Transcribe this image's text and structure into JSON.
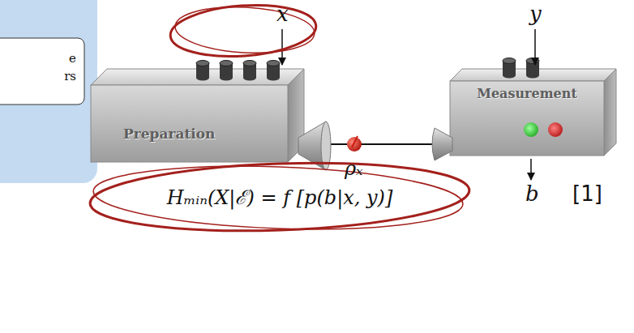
{
  "diagram": {
    "nodes": [
      {
        "text": [
          "e rs"
        ]
      },
      {
        "text": [
          "Preparation"
        ]
      },
      {
        "text": [
          "Measurement"
        ]
      }
    ],
    "edges": [
      {
        "from": 1,
        "to": 2,
        "arrow": "to"
      }
    ],
    "labels": [
      "x",
      "y",
      "ρₓ",
      "b",
      "Hₘᵢₙ(X|ℰ) = f [p(b|x, y)]",
      "[1]"
    ]
  }
}
